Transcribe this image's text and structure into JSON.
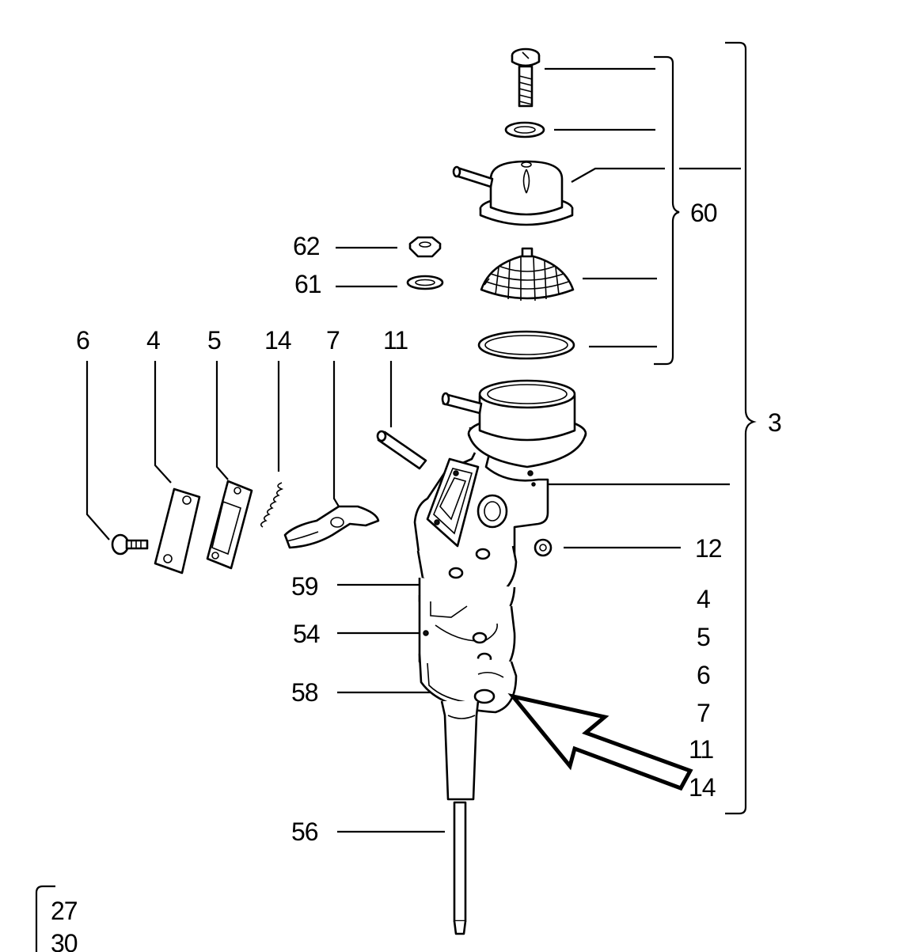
{
  "labels": {
    "l60": "60",
    "l3": "3",
    "l62": "62",
    "l61": "61",
    "l6": "6",
    "l4": "4",
    "l5": "5",
    "l14": "14",
    "l7": "7",
    "l11": "11",
    "l12": "12",
    "l59": "59",
    "l54": "54",
    "l58": "58",
    "l56": "56",
    "kit": [
      "4",
      "5",
      "6",
      "7",
      "11",
      "14"
    ],
    "note": [
      "27",
      "30"
    ]
  }
}
